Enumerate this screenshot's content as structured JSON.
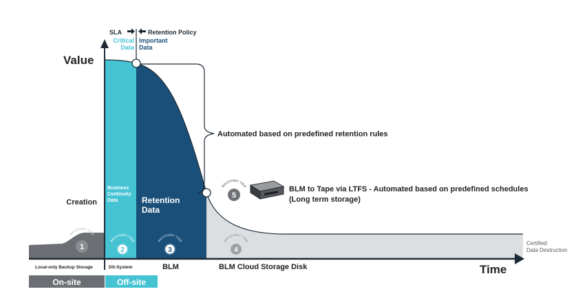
{
  "axes": {
    "y_label": "Value",
    "x_label": "Time"
  },
  "top_markers": {
    "sla": "SLA",
    "retention_policy": "Retention Policy",
    "critical_line1": "Critical",
    "critical_line2": "Data",
    "important_line1": "Important",
    "important_line2": "Data"
  },
  "left_labels": {
    "creation": "Creation"
  },
  "regions": {
    "business_line1": "Business",
    "business_line2": "Continuity",
    "business_line3": "Data",
    "retention_line1": "Retention",
    "retention_line2": "Data"
  },
  "callouts": {
    "automated_retention": "Automated based on predefined retention rules",
    "tape_line1": "BLM to Tape via LTFS - Automated based on predefined schedules",
    "tape_line2": "(Long term storage)",
    "certified_line1": "Certified",
    "certified_line2": "Data Destruction"
  },
  "tiers": {
    "caption": "RECOVERY TIER",
    "t1": "1",
    "t2": "2",
    "t3": "3",
    "t4": "4",
    "t5": "5"
  },
  "storage_labels": {
    "local": "Local-only Backup Storage",
    "ds": "DS-System",
    "blm": "BLM",
    "cloud": "BLM Cloud Storage Disk"
  },
  "location": {
    "onsite": "On-site",
    "offsite": "Off-site"
  },
  "colors": {
    "cyan": "#45c3d3",
    "navy": "#1a4f79",
    "light_gray": "#dcdfe1",
    "dark_gray": "#6b6e72",
    "text_dark": "#222222",
    "white": "#ffffff"
  }
}
